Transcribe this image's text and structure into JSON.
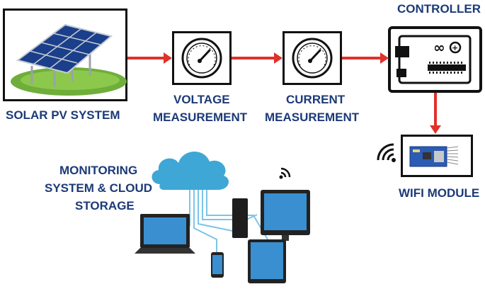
{
  "nodes": {
    "solar_pv": "SOLAR PV SYSTEM",
    "voltage": [
      "VOLTAGE",
      "MEASUREMENT"
    ],
    "current": [
      "CURRENT",
      "MEASUREMENT"
    ],
    "controller": "CONTROLLER",
    "wifi": "WIFI MODULE",
    "monitoring": [
      "MONITORING",
      "SYSTEM & CLOUD",
      "STORAGE"
    ]
  },
  "edges": [
    {
      "from": "solar_pv",
      "to": "voltage"
    },
    {
      "from": "voltage",
      "to": "current"
    },
    {
      "from": "current",
      "to": "controller"
    },
    {
      "from": "controller",
      "to": "wifi"
    }
  ],
  "colors": {
    "label": "#1c3a78",
    "arrow": "#e0312a",
    "cloud": "#3fa7d6",
    "frame": "#111111"
  },
  "icons": [
    "solar-panel-icon",
    "gauge-icon",
    "arduino-board-icon",
    "wifi-module-icon",
    "wifi-signal-icon",
    "cloud-icon",
    "laptop-icon",
    "desktop-computer-icon",
    "tablet-icon",
    "smartphone-icon"
  ]
}
